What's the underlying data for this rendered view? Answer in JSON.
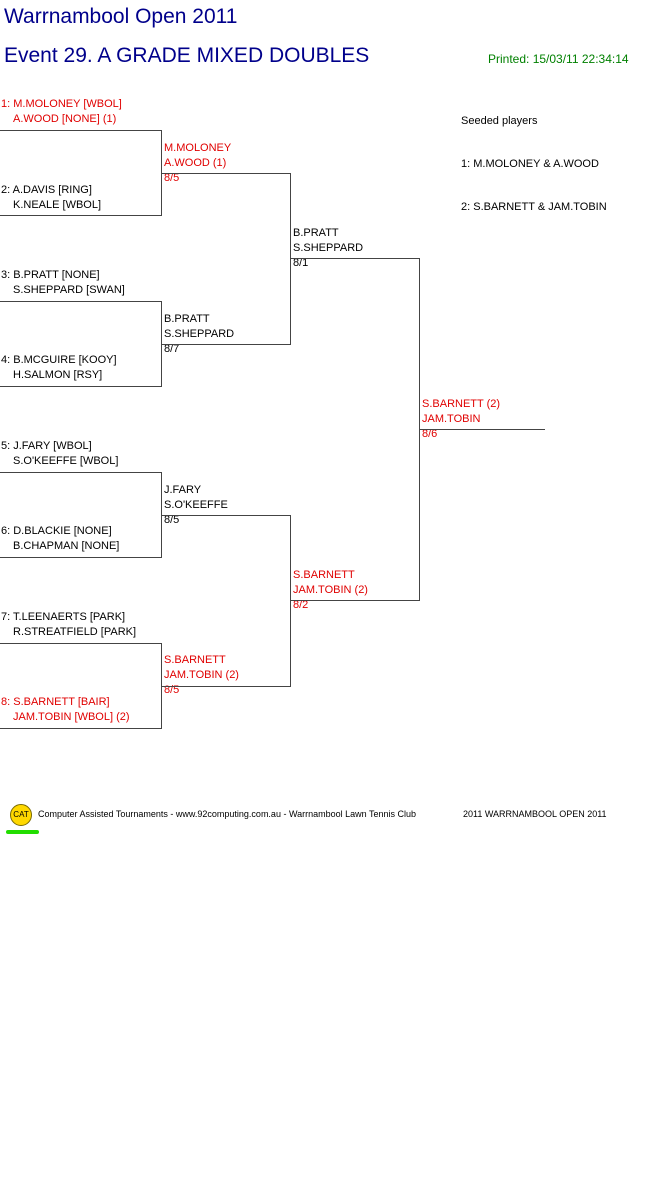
{
  "header": {
    "tournament": "Warrnambool Open 2011",
    "event": "Event 29. A GRADE MIXED DOUBLES",
    "printed": "Printed: 15/03/11 22:34:14"
  },
  "colors": {
    "title": "#00008b",
    "seeded": "#e00000",
    "printed": "#008000",
    "logo_underline": "#22dd00"
  },
  "entries": [
    {
      "line1": "1: M.MOLONEY [WBOL]",
      "line2": "A.WOOD [NONE] (1)",
      "seeded": true
    },
    {
      "line1": "2: A.DAVIS [RING]",
      "line2": "K.NEALE [WBOL]",
      "seeded": false
    },
    {
      "line1": "3: B.PRATT [NONE]",
      "line2": "S.SHEPPARD [SWAN]",
      "seeded": false
    },
    {
      "line1": "4: B.MCGUIRE [KOOY]",
      "line2": "H.SALMON [RSY]",
      "seeded": false
    },
    {
      "line1": "5: J.FARY [WBOL]",
      "line2": "S.O'KEEFFE [WBOL]",
      "seeded": false
    },
    {
      "line1": "6: D.BLACKIE [NONE]",
      "line2": "B.CHAPMAN [NONE]",
      "seeded": false
    },
    {
      "line1": "7: T.LEENAERTS [PARK]",
      "line2": "R.STREATFIELD [PARK]",
      "seeded": false
    },
    {
      "line1": "8: S.BARNETT [BAIR]",
      "line2": "JAM.TOBIN [WBOL] (2)",
      "seeded": true
    }
  ],
  "round2": [
    {
      "line1": "M.MOLONEY",
      "line2": "A.WOOD (1)",
      "score": "8/5",
      "seeded": true
    },
    {
      "line1": "B.PRATT",
      "line2": "S.SHEPPARD",
      "score": "8/7",
      "seeded": false
    },
    {
      "line1": "J.FARY",
      "line2": "S.O'KEEFFE",
      "score": "8/5",
      "seeded": false
    },
    {
      "line1": "S.BARNETT",
      "line2": "JAM.TOBIN (2)",
      "score": "8/5",
      "seeded": true
    }
  ],
  "semis": [
    {
      "line1": "B.PRATT",
      "line2": "S.SHEPPARD",
      "score": "8/1",
      "seeded": false
    },
    {
      "line1": "S.BARNETT",
      "line2": "JAM.TOBIN (2)",
      "score": "8/2",
      "seeded": true
    }
  ],
  "final": {
    "line1": "S.BARNETT (2)",
    "line2": "JAM.TOBIN",
    "score": "8/6",
    "seeded": true
  },
  "seeds": {
    "heading": "Seeded players",
    "items": [
      "1: M.MOLONEY & A.WOOD",
      "2: S.BARNETT & JAM.TOBIN"
    ]
  },
  "footer": {
    "logo_text": "CAT",
    "credits": "Computer Assisted Tournaments - www.92computing.com.au -  Warrnambool Lawn Tennis Club",
    "event_name": "2011 WARRNAMBOOL OPEN 2011"
  }
}
